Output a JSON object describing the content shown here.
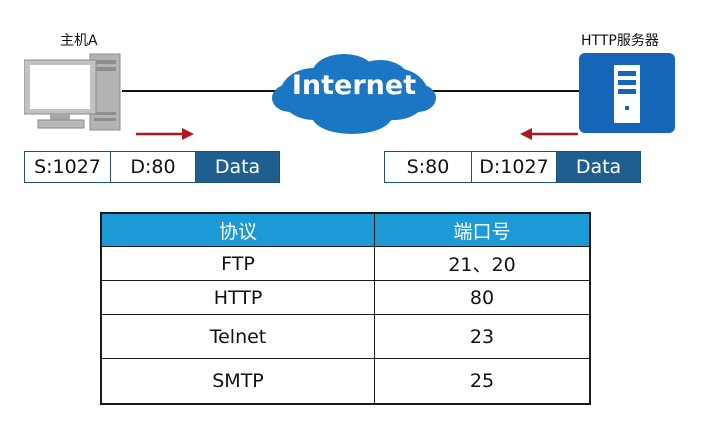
{
  "host": {
    "label": "主机A"
  },
  "server": {
    "label": "HTTP服务器"
  },
  "cloud": {
    "label": "Internet"
  },
  "left_packet": {
    "src": "S:1027",
    "dst": "D:80",
    "data": "Data"
  },
  "right_packet": {
    "src": "S:80",
    "dst": "D:1027",
    "data": "Data"
  },
  "table": {
    "headers": [
      "协议",
      "端口号"
    ],
    "rows": [
      {
        "protocol": "FTP",
        "port": "21、20"
      },
      {
        "protocol": "HTTP",
        "port": "80"
      },
      {
        "protocol": "Telnet",
        "port": "23"
      },
      {
        "protocol": "SMTP",
        "port": "25"
      }
    ]
  },
  "colors": {
    "header_blue": "#1b9ad6",
    "data_blue": "#1f5f8f",
    "cloud_blue": "#1b76c4",
    "server_blue": "#1565b8",
    "arrow_red": "#b0171f"
  }
}
